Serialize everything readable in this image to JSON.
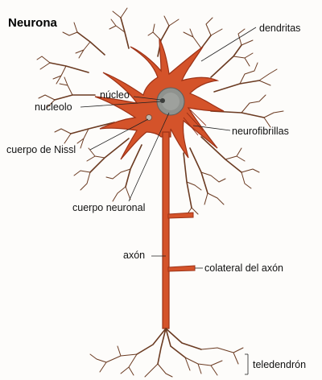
{
  "title": "Neurona",
  "labels": {
    "dendritas": "dendritas",
    "nucleo": "núcleo",
    "nucleolo": "nucleolo",
    "neurofibrillas": "neurofibrillas",
    "cuerpo_nissl": "cuerpo de Nissl",
    "cuerpo_neuronal": "cuerpo neuronal",
    "axon": "axón",
    "colateral": "colateral del axón",
    "teledendron": "teledendrón"
  },
  "colors": {
    "cell_fill": "#d4532a",
    "cell_stroke": "#9c3216",
    "nucleus": "#8f928e",
    "dendrite": "#6b3b22"
  }
}
